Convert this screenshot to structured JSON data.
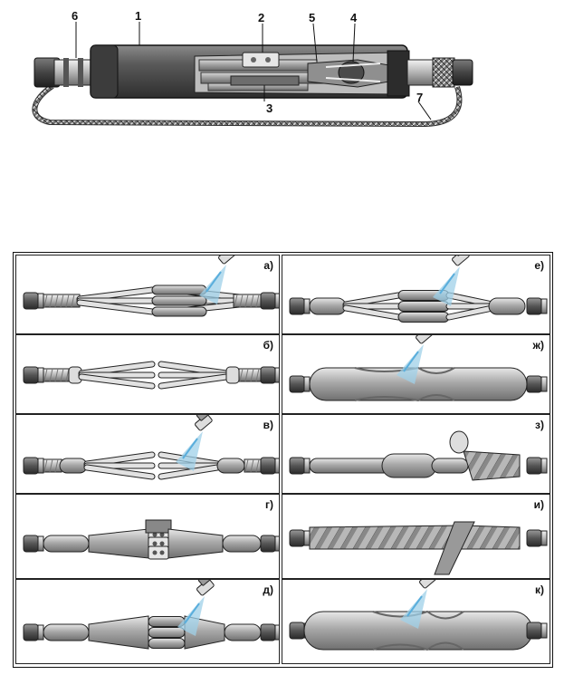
{
  "assembly": {
    "callouts": [
      "6",
      "1",
      "2",
      "5",
      "4",
      "3",
      "7"
    ]
  },
  "panels": [
    {
      "label": "а)"
    },
    {
      "label": "б)"
    },
    {
      "label": "в)"
    },
    {
      "label": "г)"
    },
    {
      "label": "д)"
    },
    {
      "label": "е)"
    },
    {
      "label": "ж)"
    },
    {
      "label": "з)"
    },
    {
      "label": "и)"
    },
    {
      "label": "к)"
    }
  ],
  "colors": {
    "outline": "#222222",
    "metal_dark": "#555555",
    "metal_mid": "#9a9a9a",
    "metal_light": "#dcdcdc",
    "spray": "#9fd0e8"
  }
}
